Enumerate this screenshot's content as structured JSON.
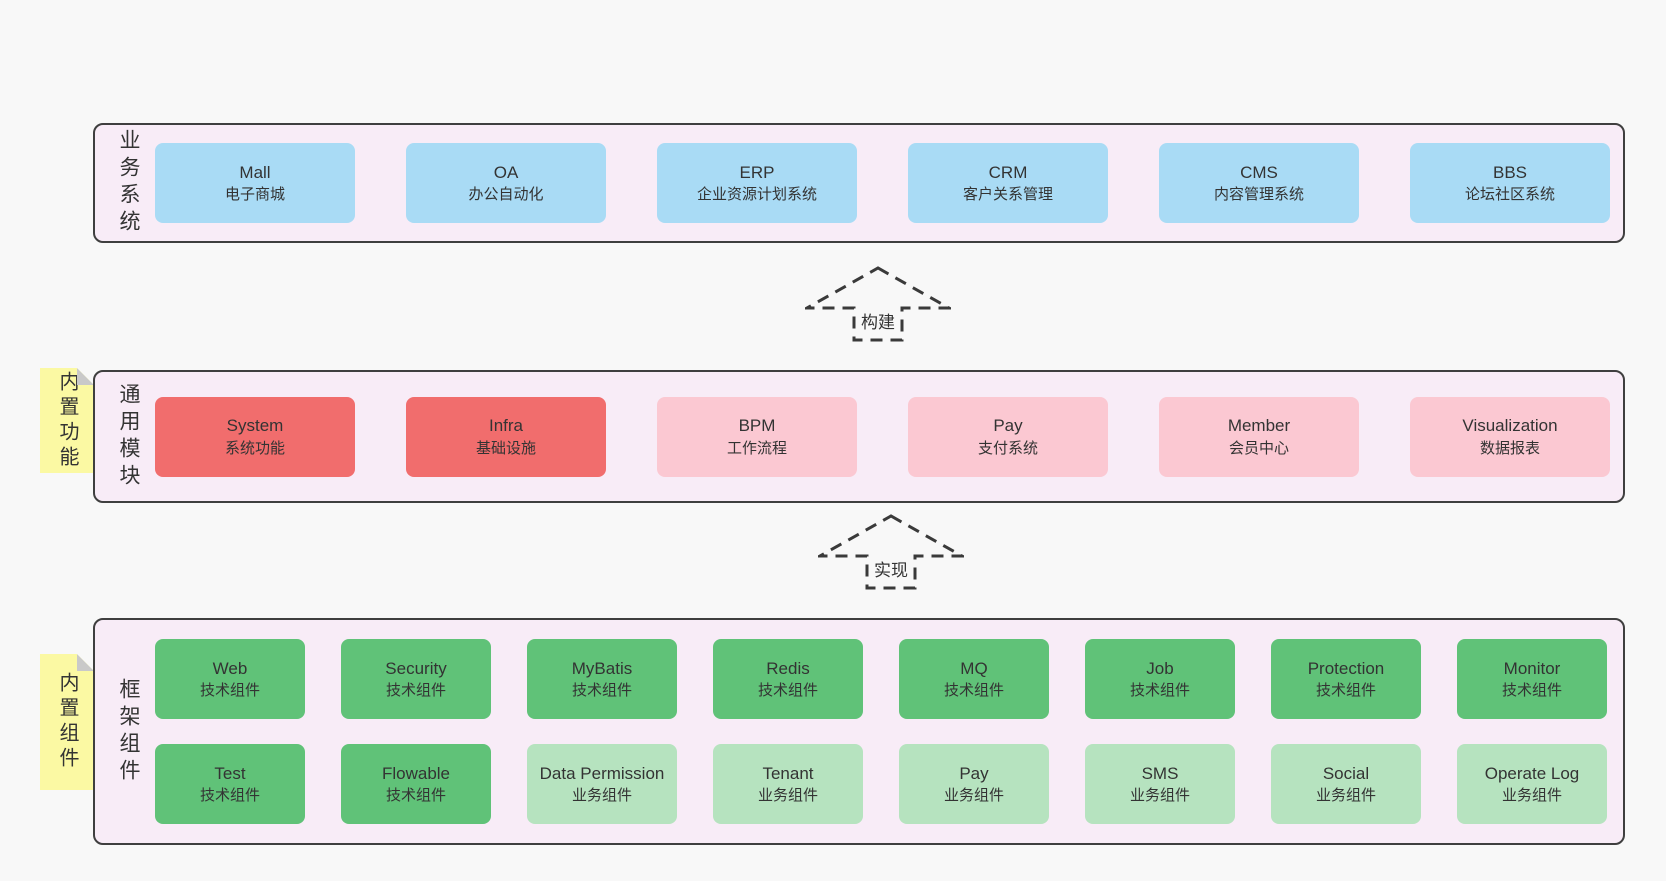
{
  "diagram_title": "",
  "colors": {
    "page_bg": "#f8f8f8",
    "container_bg": "#f8ecf7",
    "container_border": "#3f3f3f",
    "business_box_blue": "#a9dbf5",
    "core_module_red": "#f16d6d",
    "optional_module_pink": "#fbc8d2",
    "tech_component_green": "#60c278",
    "biz_component_light_green": "#b6e3bf",
    "sticky_yellow": "#fbf9a3",
    "sticky_fold_gray": "#c9c9c9",
    "text": "#333333"
  },
  "arrows": [
    {
      "label": "构建",
      "direction": "up"
    },
    {
      "label": "实现",
      "direction": "up"
    }
  ],
  "sections": [
    {
      "label": "业务系统",
      "sticky": null,
      "boxes": [
        {
          "name": "Mall",
          "sub": "电子商城",
          "variant": "blue"
        },
        {
          "name": "OA",
          "sub": "办公自动化",
          "variant": "blue"
        },
        {
          "name": "ERP",
          "sub": "企业资源计划系统",
          "variant": "blue"
        },
        {
          "name": "CRM",
          "sub": "客户关系管理",
          "variant": "blue"
        },
        {
          "name": "CMS",
          "sub": "内容管理系统",
          "variant": "blue"
        },
        {
          "name": "BBS",
          "sub": "论坛社区系统",
          "variant": "blue"
        }
      ]
    },
    {
      "label": "通用模块",
      "sticky": "内置功能",
      "boxes": [
        {
          "name": "System",
          "sub": "系统功能",
          "variant": "red"
        },
        {
          "name": "Infra",
          "sub": "基础设施",
          "variant": "red"
        },
        {
          "name": "BPM",
          "sub": "工作流程",
          "variant": "pink"
        },
        {
          "name": "Pay",
          "sub": "支付系统",
          "variant": "pink"
        },
        {
          "name": "Member",
          "sub": "会员中心",
          "variant": "pink"
        },
        {
          "name": "Visualization",
          "sub": "数据报表",
          "variant": "pink"
        }
      ]
    },
    {
      "label": "框架组件",
      "sticky": "内置组件",
      "boxes": [
        {
          "name": "Web",
          "sub": "技术组件",
          "variant": "green"
        },
        {
          "name": "Security",
          "sub": "技术组件",
          "variant": "green"
        },
        {
          "name": "MyBatis",
          "sub": "技术组件",
          "variant": "green"
        },
        {
          "name": "Redis",
          "sub": "技术组件",
          "variant": "green"
        },
        {
          "name": "MQ",
          "sub": "技术组件",
          "variant": "green"
        },
        {
          "name": "Job",
          "sub": "技术组件",
          "variant": "green"
        },
        {
          "name": "Protection",
          "sub": "技术组件",
          "variant": "green"
        },
        {
          "name": "Monitor",
          "sub": "技术组件",
          "variant": "green"
        },
        {
          "name": "Test",
          "sub": "技术组件",
          "variant": "green"
        },
        {
          "name": "Flowable",
          "sub": "技术组件",
          "variant": "green"
        },
        {
          "name": "Data Permission",
          "sub": "业务组件",
          "variant": "green-light"
        },
        {
          "name": "Tenant",
          "sub": "业务组件",
          "variant": "green-light"
        },
        {
          "name": "Pay",
          "sub": "业务组件",
          "variant": "green-light"
        },
        {
          "name": "SMS",
          "sub": "业务组件",
          "variant": "green-light"
        },
        {
          "name": "Social",
          "sub": "业务组件",
          "variant": "green-light"
        },
        {
          "name": "Operate Log",
          "sub": "业务组件",
          "variant": "green-light"
        }
      ]
    }
  ]
}
